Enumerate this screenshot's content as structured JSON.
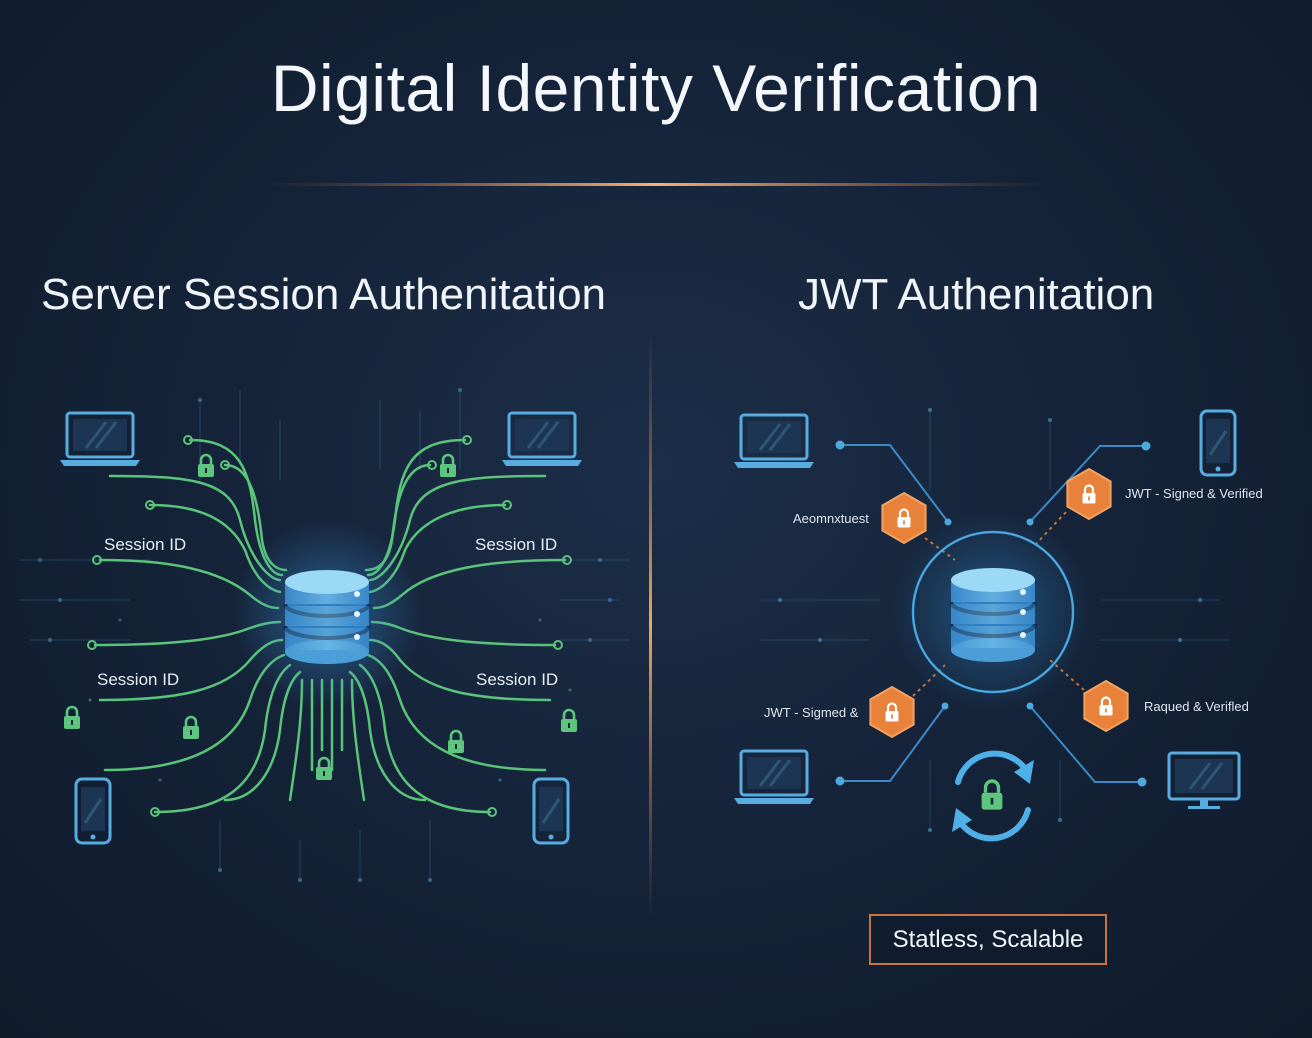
{
  "title": "Digital Identity Verification",
  "left_panel": {
    "title": "Server Session Authenitation",
    "labels": [
      "Session ID",
      "Session ID",
      "Session ID",
      "Session ID"
    ]
  },
  "right_panel": {
    "title": "JWT Authenitation",
    "labels": {
      "top_left": "Aeomnxtuest",
      "top_right": "JWT - Signed & Verified",
      "bottom_left": "JWT - Sigmed &",
      "bottom_right": "Raqued & Verifled"
    },
    "badge": "Statless, Scalable"
  },
  "colors": {
    "background": "#15243a",
    "green_trace": "#59c27a",
    "blue_device": "#4fa8dc",
    "orange_accent": "#e8823a",
    "database": "#8fd0f2"
  },
  "icons": [
    "laptop-icon",
    "smartphone-icon",
    "monitor-icon",
    "database-icon",
    "padlock-icon",
    "refresh-cycle-icon"
  ]
}
